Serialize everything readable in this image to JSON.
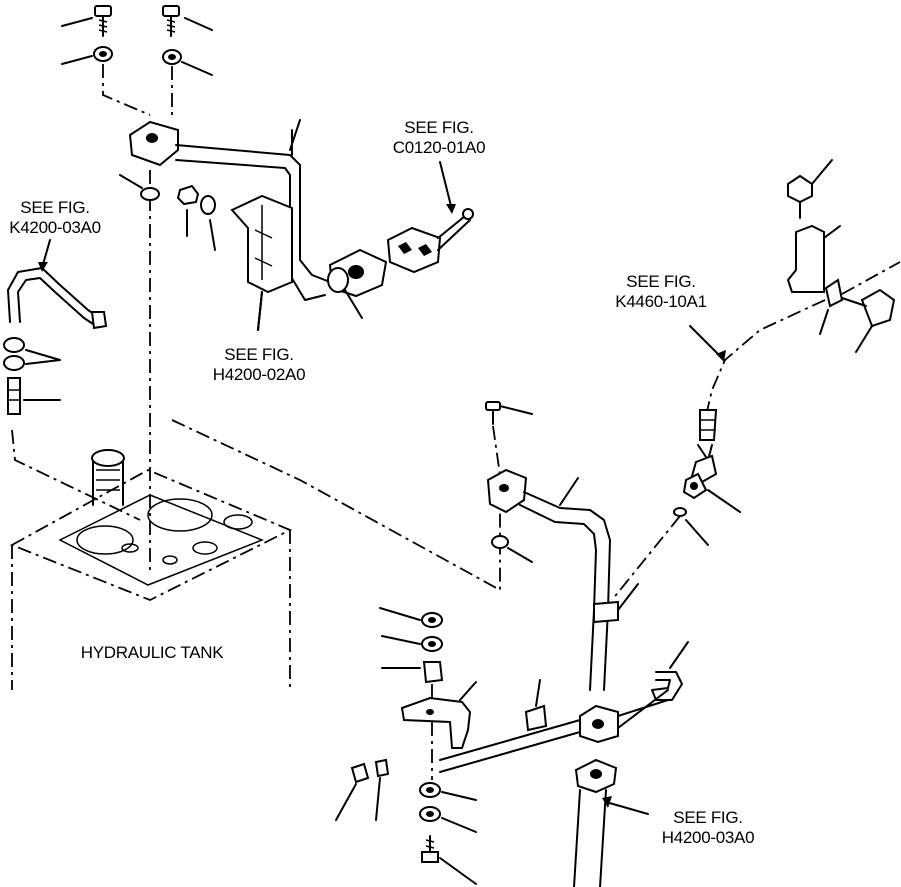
{
  "labels": {
    "c0120": {
      "line1": "SEE FIG.",
      "line2": "C0120-01A0"
    },
    "k4200": {
      "line1": "SEE FIG.",
      "line2": "K4200-03A0"
    },
    "h4200_02": {
      "line1": "SEE FIG.",
      "line2": "H4200-02A0"
    },
    "k4460": {
      "line1": "SEE FIG.",
      "line2": "K4460-10A1"
    },
    "h4200_03": {
      "line1": "SEE FIG.",
      "line2": "H4200-03A0"
    },
    "tank": "HYDRAULIC TANK"
  }
}
